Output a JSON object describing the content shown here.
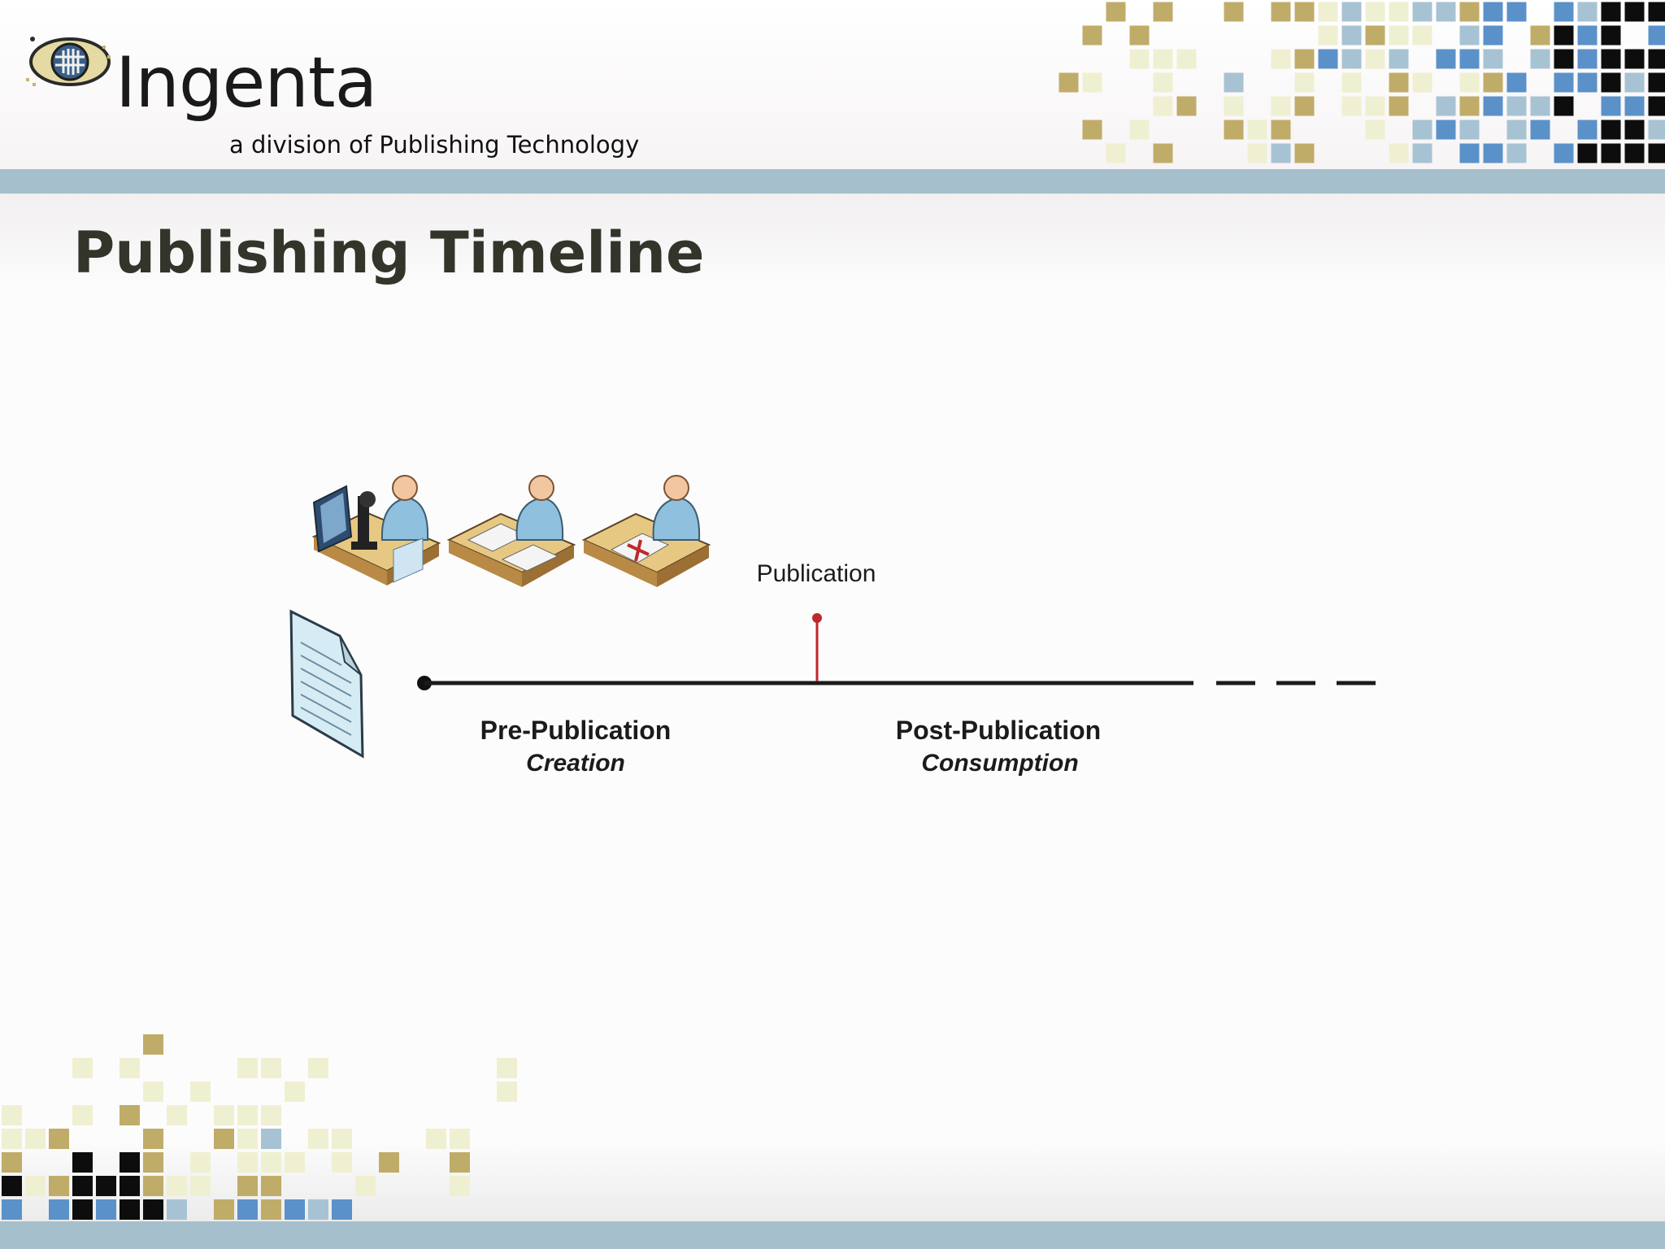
{
  "brand": {
    "name": "Ingenta",
    "tagline": "a division of Publishing Technology"
  },
  "slide": {
    "title": "Publishing Timeline"
  },
  "diagram": {
    "milestone_label": "Publication",
    "phases": [
      {
        "name": "Pre-Publication",
        "subtitle": "Creation"
      },
      {
        "name": "Post-Publication",
        "subtitle": "Consumption"
      }
    ],
    "icons": [
      "document-icon",
      "researcher-at-microscope-icon",
      "author-writing-icon",
      "editor-reviewing-icon"
    ]
  },
  "colors": {
    "accent_blue_gray": "#a6bfcc",
    "gold": "#c0ac69",
    "pale_yellow": "#eff0d2",
    "light_blue": "#a7c3d3",
    "blue": "#5b91c9",
    "title_text": "#33352b",
    "milestone_red": "#c0282c"
  }
}
